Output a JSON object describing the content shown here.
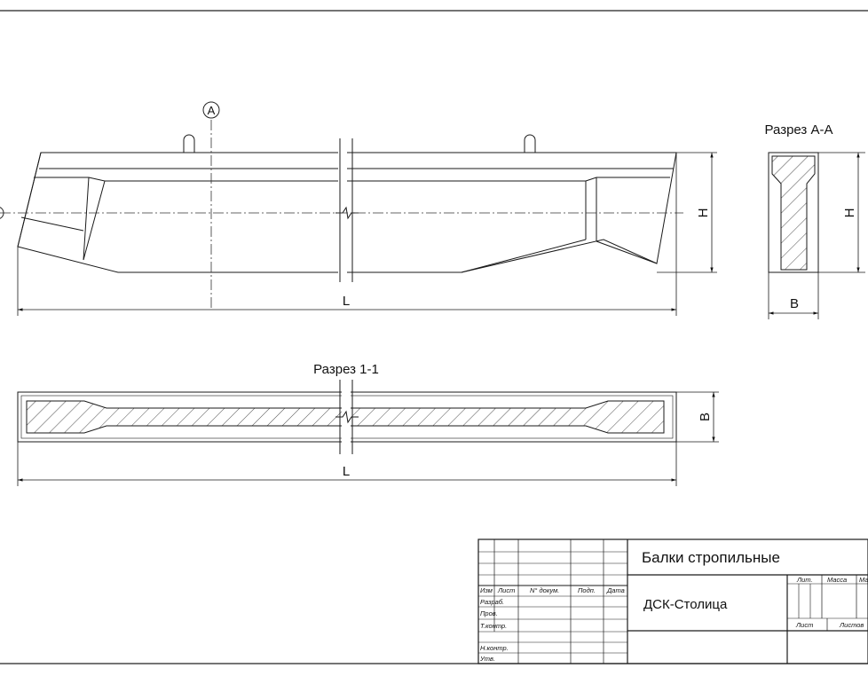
{
  "drawing": {
    "axis_marker": "A",
    "section_aa_title": "Разрез А-А",
    "section_11_title": "Разрез 1-1",
    "dim_length": "L",
    "dim_height": "H",
    "dim_width": "B"
  },
  "title_block": {
    "product_name": "Балки стропильные",
    "company": "ДСК-Столица",
    "col_izm": "Изм",
    "col_list": "Лист",
    "col_doc_no": "N° докум.",
    "col_sign": "Подп.",
    "col_date": "Дата",
    "row_razrab": "Разраб.",
    "row_prov": "Пров.",
    "row_tkontr": "Т.контр.",
    "row_nkontr": "Н.контр.",
    "row_utv": "Утв.",
    "lit": "Лит.",
    "massa": "Масса",
    "masshtab": "Ма",
    "sheet": "Лист",
    "sheets": "Листов"
  },
  "colors": {
    "line": "#1a1a1a",
    "background": "#ffffff"
  }
}
